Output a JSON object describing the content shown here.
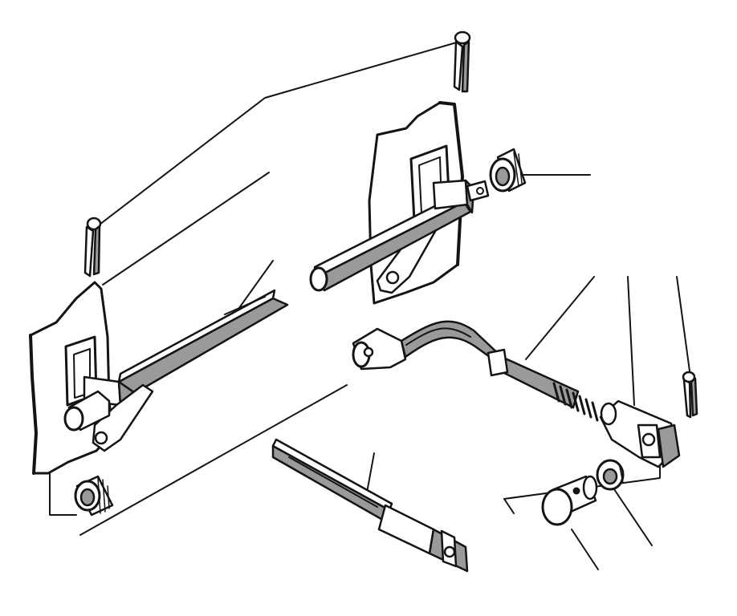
{
  "diagram": {
    "kind": "exploded-view line drawing",
    "colors": {
      "ink": "#141414",
      "paper": "#ffffff",
      "shade": "#9a9a9a"
    },
    "parts": [
      "split-pin-top",
      "split-pin-left",
      "split-pin-right",
      "left-bracket-plate",
      "left-shaft-lever-assembly",
      "left-bushing",
      "right-bracket-plate",
      "right-shaft-lever-assembly",
      "right-bushing",
      "bent-link-rod",
      "rod-spring",
      "adjuster-clevis",
      "control-cable-clevis",
      "clevis-pin",
      "washer"
    ]
  }
}
